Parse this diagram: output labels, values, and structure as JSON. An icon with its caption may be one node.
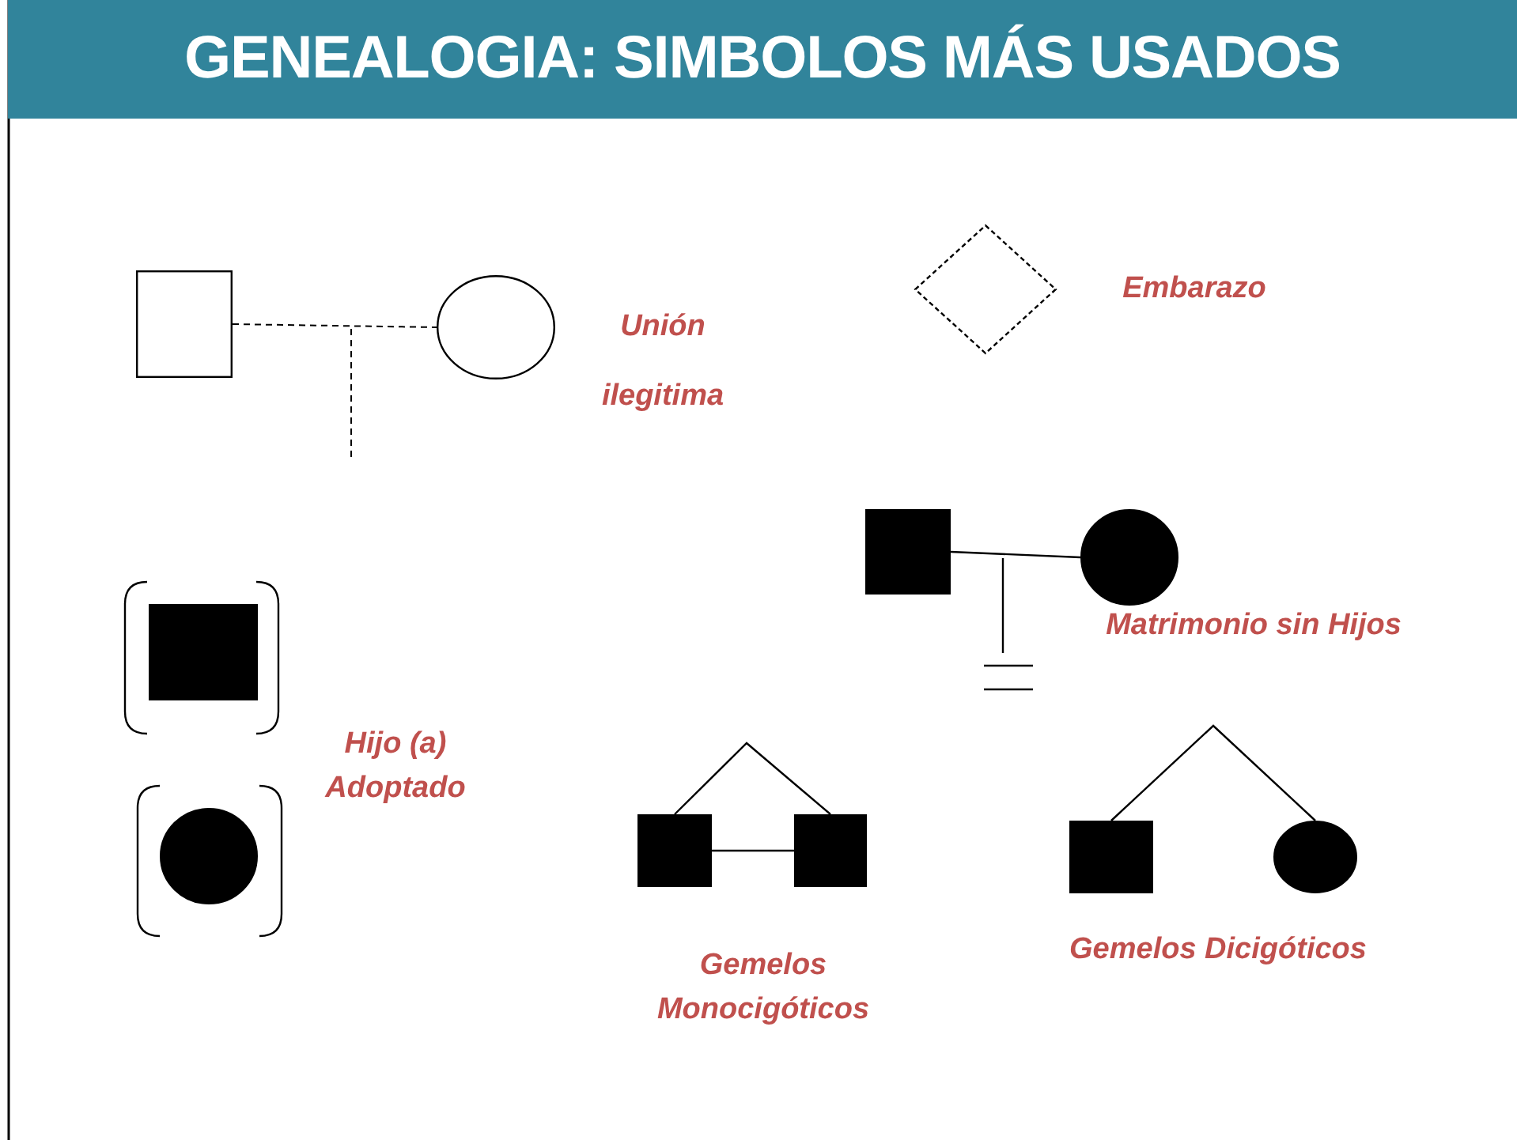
{
  "diagram": {
    "title": "GENEALOGIA: SIMBOLOS MÁS USADOS",
    "nodes": [
      {
        "text": [],
        "shape": "box"
      },
      {
        "text": [],
        "shape": "circle"
      },
      {
        "text": [],
        "shape": "diamond"
      },
      {
        "text": [],
        "shape": "box"
      },
      {
        "text": [],
        "shape": "circle"
      },
      {
        "text": [],
        "shape": "box"
      },
      {
        "text": [],
        "shape": "circle"
      },
      {
        "text": [],
        "shape": "box"
      },
      {
        "text": [],
        "shape": "box"
      },
      {
        "text": [],
        "shape": "box"
      },
      {
        "text": [],
        "shape": "circle"
      }
    ],
    "edges": [
      {
        "from": 0,
        "to": 1,
        "arrow": "none",
        "style": "dashed"
      },
      {
        "from": 3,
        "to": 4,
        "arrow": "none"
      },
      {
        "from": 7,
        "to": 8,
        "arrow": "none"
      },
      {
        "from": 7,
        "to": 8,
        "arrow": "none"
      },
      {
        "from": 9,
        "to": 10,
        "arrow": "none"
      }
    ],
    "labels": [
      "Unión",
      "ilegitima",
      "Embarazo",
      "Matrimonio sin Hijos",
      "Hijo (a) Adoptado",
      "Gemelos Monocigóticos",
      "Gemelos Dicigóticos"
    ]
  }
}
